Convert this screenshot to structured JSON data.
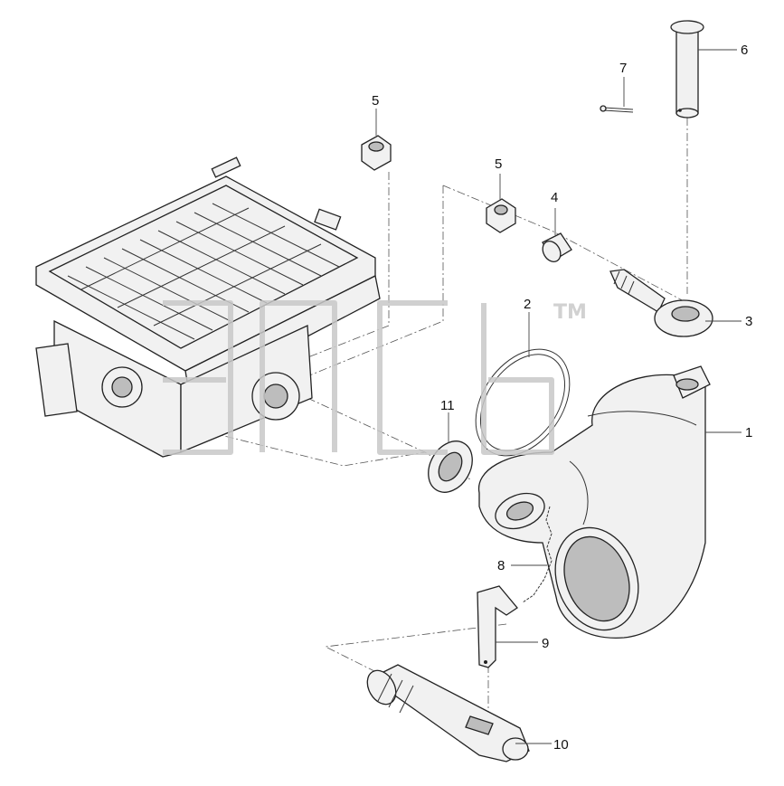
{
  "callouts": [
    {
      "id": "c1",
      "label": "1"
    },
    {
      "id": "c2",
      "label": "2"
    },
    {
      "id": "c3",
      "label": "3"
    },
    {
      "id": "c4",
      "label": "4"
    },
    {
      "id": "c5a",
      "label": "5"
    },
    {
      "id": "c5b",
      "label": "5"
    },
    {
      "id": "c6",
      "label": "6"
    },
    {
      "id": "c7",
      "label": "7"
    },
    {
      "id": "c8",
      "label": "8"
    },
    {
      "id": "c9",
      "label": "9"
    },
    {
      "id": "c10",
      "label": "10"
    },
    {
      "id": "c11",
      "label": "11"
    }
  ],
  "watermark": {
    "trademark": "TM"
  },
  "colors": {
    "line": "#222222",
    "watermark": "#c8c8c8",
    "background": "#ffffff"
  }
}
